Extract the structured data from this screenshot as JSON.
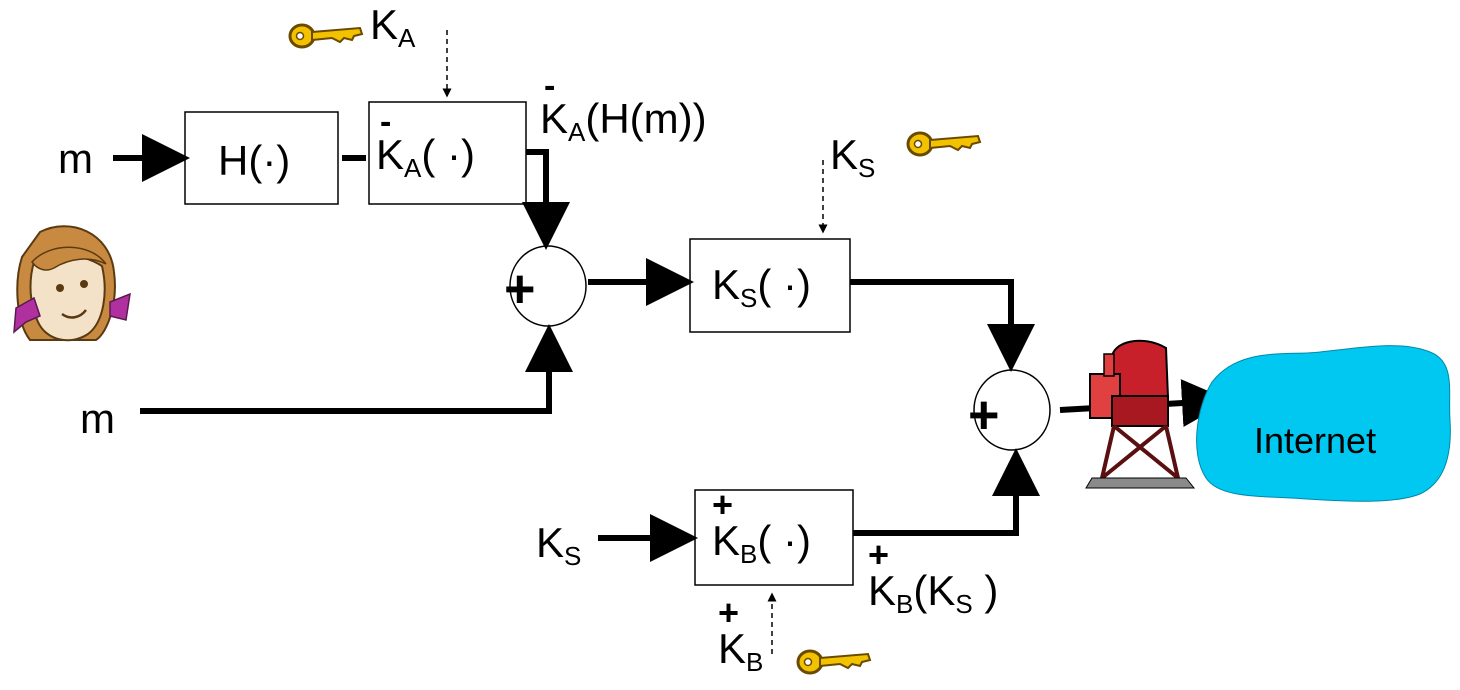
{
  "labels": {
    "key_a_minus": {
      "base": "K",
      "sub": "A",
      "mark": "-"
    },
    "m_top": "m",
    "m_bottom": "m",
    "hash_box": "H(·)",
    "sign_box": {
      "base": "K",
      "sub": "A",
      "mark": "-",
      "arg": "( ·)"
    },
    "signed_hash": {
      "base": "K",
      "sub": "A",
      "mark": "-",
      "arg": "(H(m))"
    },
    "ks_top": {
      "base": "K",
      "sub": "S"
    },
    "ks_box": {
      "base": "K",
      "sub": "S",
      "arg": "( ·)"
    },
    "ks_left": {
      "base": "K",
      "sub": "S"
    },
    "kb_box": {
      "base": "K",
      "sub": "B",
      "mark": "+",
      "arg": "( ·)"
    },
    "kb_ks": {
      "base": "K",
      "sub": "B",
      "mark": "+",
      "arg": "(K",
      "sub2": "S",
      "tail": " )"
    },
    "kb_key": {
      "base": "K",
      "sub": "B",
      "mark": "+"
    },
    "plus_1": "+",
    "plus_2": "+",
    "cloud": "Internet"
  },
  "icons": [
    "key-icon",
    "girl-avatar-icon",
    "mailbox-icon",
    "internet-cloud-icon"
  ],
  "colors": {
    "key": "#f2c200",
    "cloud": "#00c8f0",
    "mailbox": "#c8202a",
    "girl_bow": "#b030a0",
    "girl_hair": "#c88a40"
  }
}
